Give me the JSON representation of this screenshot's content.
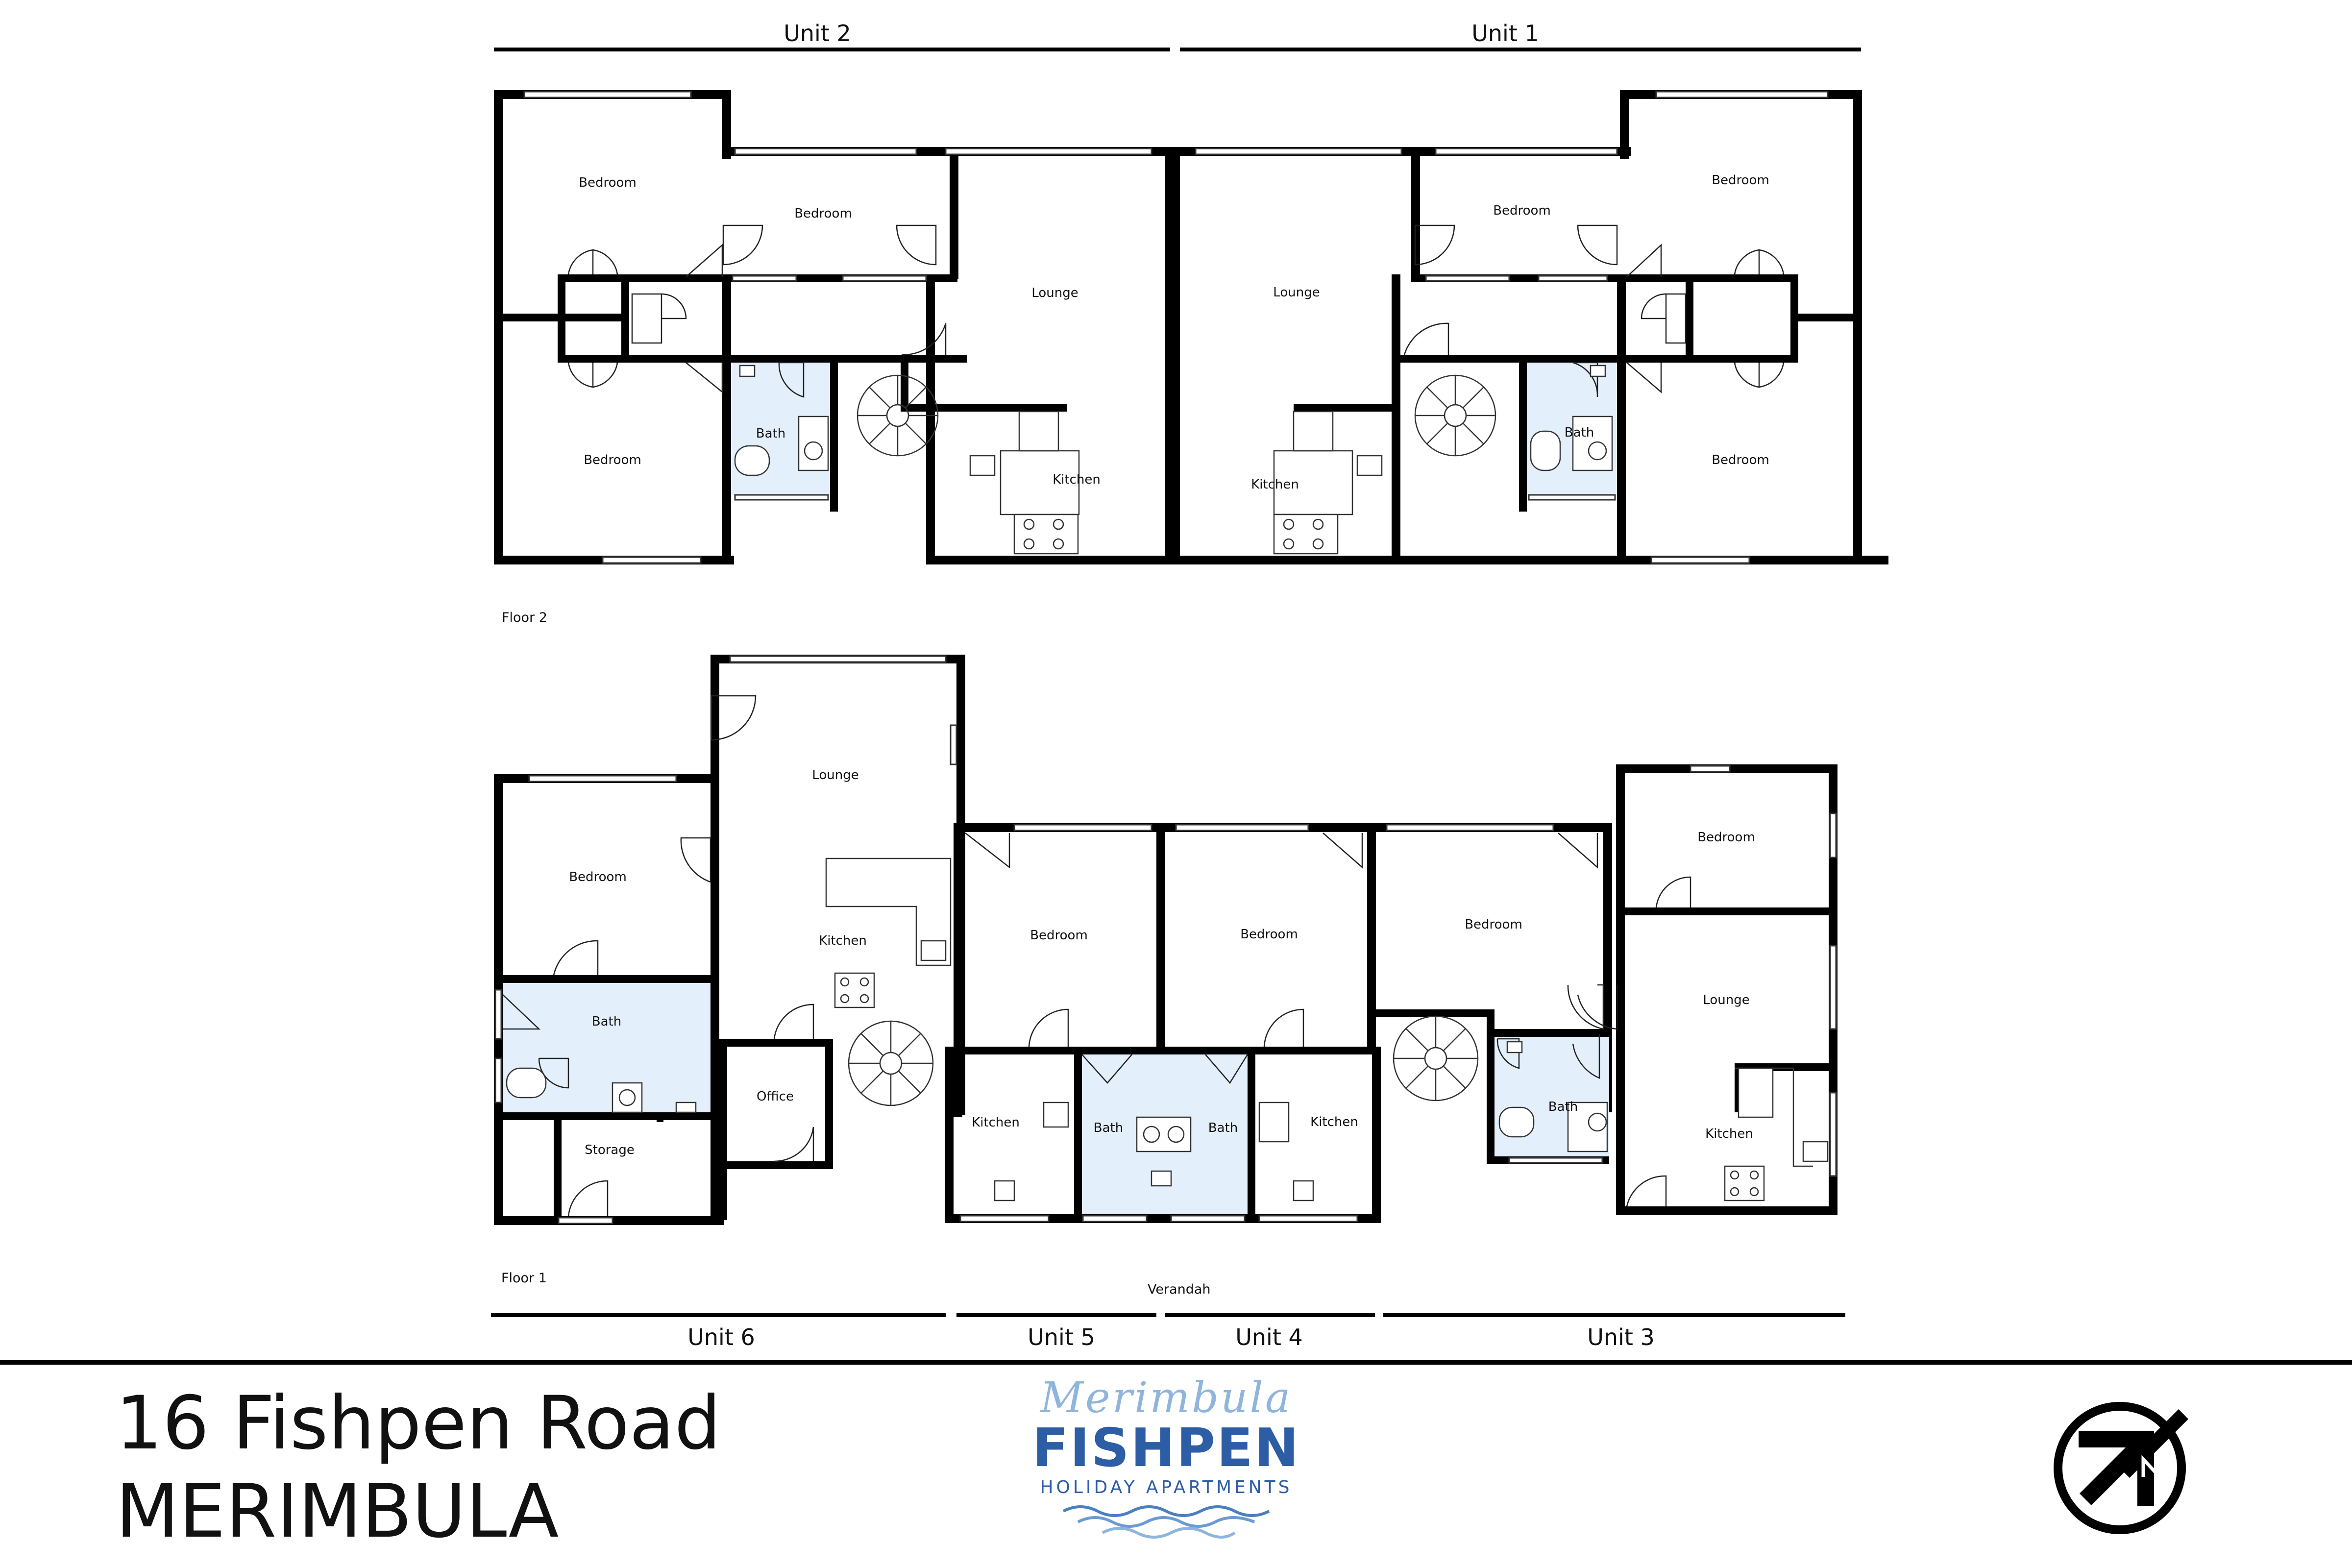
{
  "units_top": [
    {
      "label": "Unit 2"
    },
    {
      "label": "Unit 1"
    }
  ],
  "units_bottom": [
    {
      "label": "Unit 6"
    },
    {
      "label": "Unit 5"
    },
    {
      "label": "Unit 4"
    },
    {
      "label": "Unit 3"
    }
  ],
  "floors": {
    "upper": "Floor 2",
    "lower": "Floor 1"
  },
  "verandah": "Verandah",
  "rooms": {
    "u2_bedroom_nw": "Bedroom",
    "u2_bedroom_n": "Bedroom",
    "u2_lounge": "Lounge",
    "u2_bath": "Bath",
    "u2_kitchen": "Kitchen",
    "u2_bedroom_sw": "Bedroom",
    "u1_lounge": "Lounge",
    "u1_bedroom_n": "Bedroom",
    "u1_bedroom_ne": "Bedroom",
    "u1_kitchen": "Kitchen",
    "u1_bath": "Bath",
    "u1_bedroom_se": "Bedroom",
    "u6_lounge": "Lounge",
    "u6_bedroom": "Bedroom",
    "u6_kitchen": "Kitchen",
    "u6_bath": "Bath",
    "u6_office": "Office",
    "u6_storage": "Storage",
    "u5_bedroom": "Bedroom",
    "u5_kitchen": "Kitchen",
    "u5_bath": "Bath",
    "u4_bedroom": "Bedroom",
    "u4_bath": "Bath",
    "u4_kitchen": "Kitchen",
    "u3_bedroom_w": "Bedroom",
    "u3_bedroom_ne": "Bedroom",
    "u3_lounge": "Lounge",
    "u3_bath": "Bath",
    "u3_kitchen": "Kitchen"
  },
  "address": {
    "line1": "16 Fishpen Road",
    "line2": "MERIMBULA"
  },
  "logo": {
    "script": "Merimbula",
    "main": "FISHPEN",
    "sub": "HOLIDAY APARTMENTS"
  },
  "north_icon": "north-arrow-icon"
}
